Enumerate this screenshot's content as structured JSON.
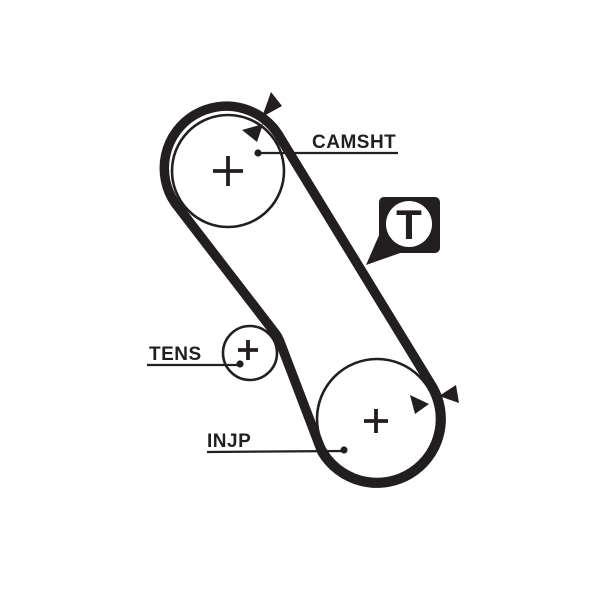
{
  "diagram": {
    "type": "timing-belt-routing",
    "labels": {
      "camshaft": "CAMSHT",
      "tensioner": "TENS",
      "injection_pump": "INJP"
    },
    "t_marker": {
      "glyph": "T"
    },
    "colors": {
      "ink": "#231f20",
      "background": "#ffffff"
    }
  }
}
